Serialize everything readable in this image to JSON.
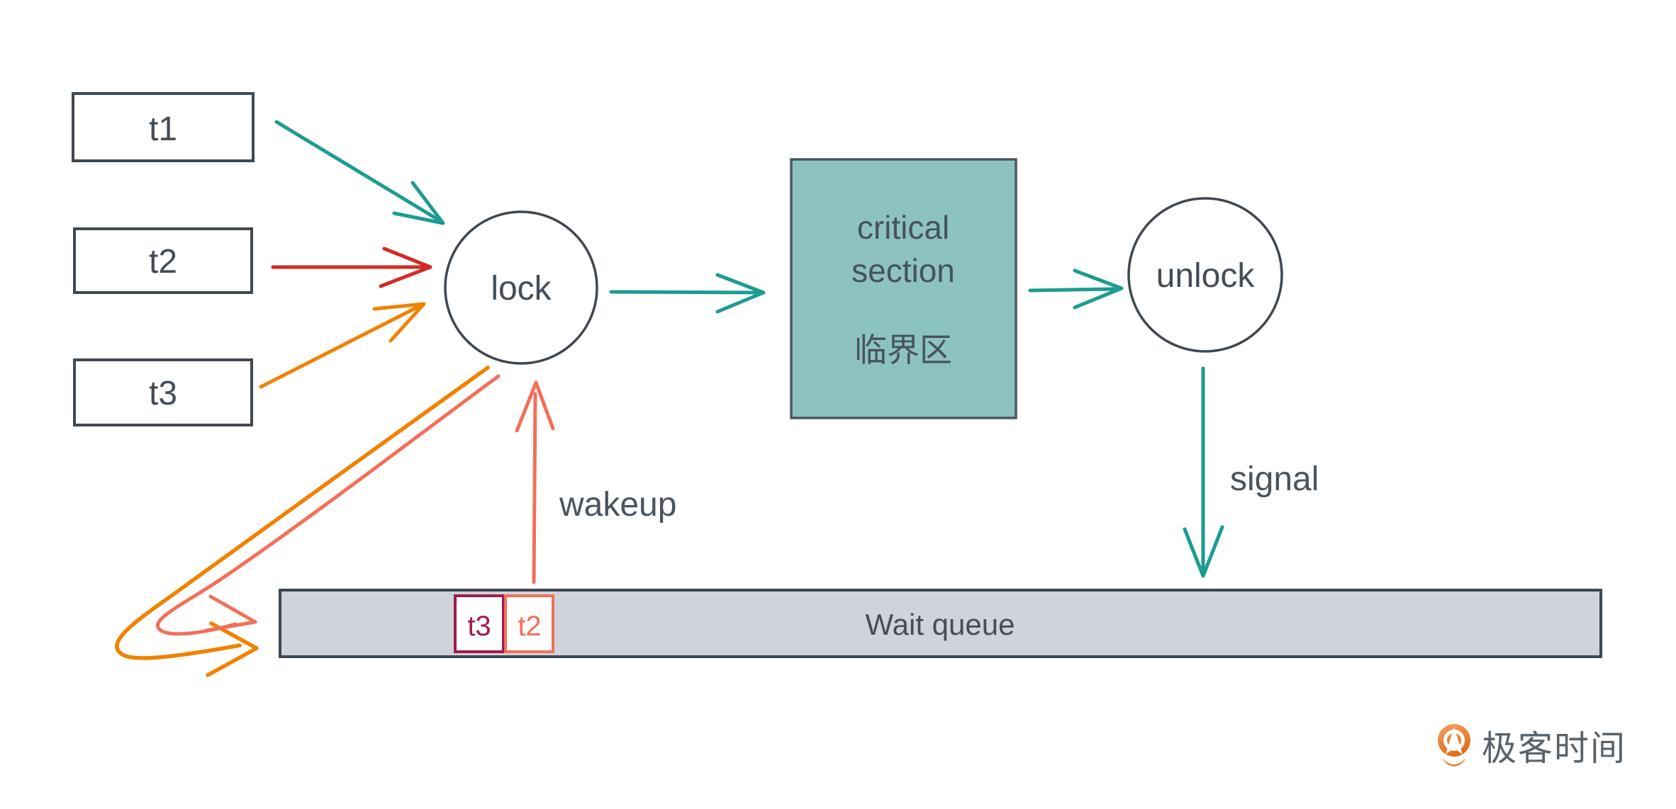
{
  "diagram": {
    "threads": [
      {
        "label": "t1"
      },
      {
        "label": "t2"
      },
      {
        "label": "t3"
      }
    ],
    "lock_label": "lock",
    "unlock_label": "unlock",
    "critical_section": {
      "line1": "critical",
      "line2": "section",
      "line3": "临界区"
    },
    "wait_queue": {
      "label": "Wait queue",
      "items": [
        {
          "label": "t3"
        },
        {
          "label": "t2"
        }
      ]
    },
    "signal_label": "signal",
    "wakeup_label": "wakeup"
  },
  "branding": {
    "logo_text": "极客时间"
  },
  "colors": {
    "teal": "#1b9c91",
    "red": "#d32b26",
    "orange": "#f08200",
    "coral": "#f2705a",
    "maroon": "#a31a4d",
    "slate": "#434d57",
    "critical_fill": "#8cc3c1",
    "queue_fill": "#cfd4da",
    "logo_orange": "#e8813a"
  }
}
